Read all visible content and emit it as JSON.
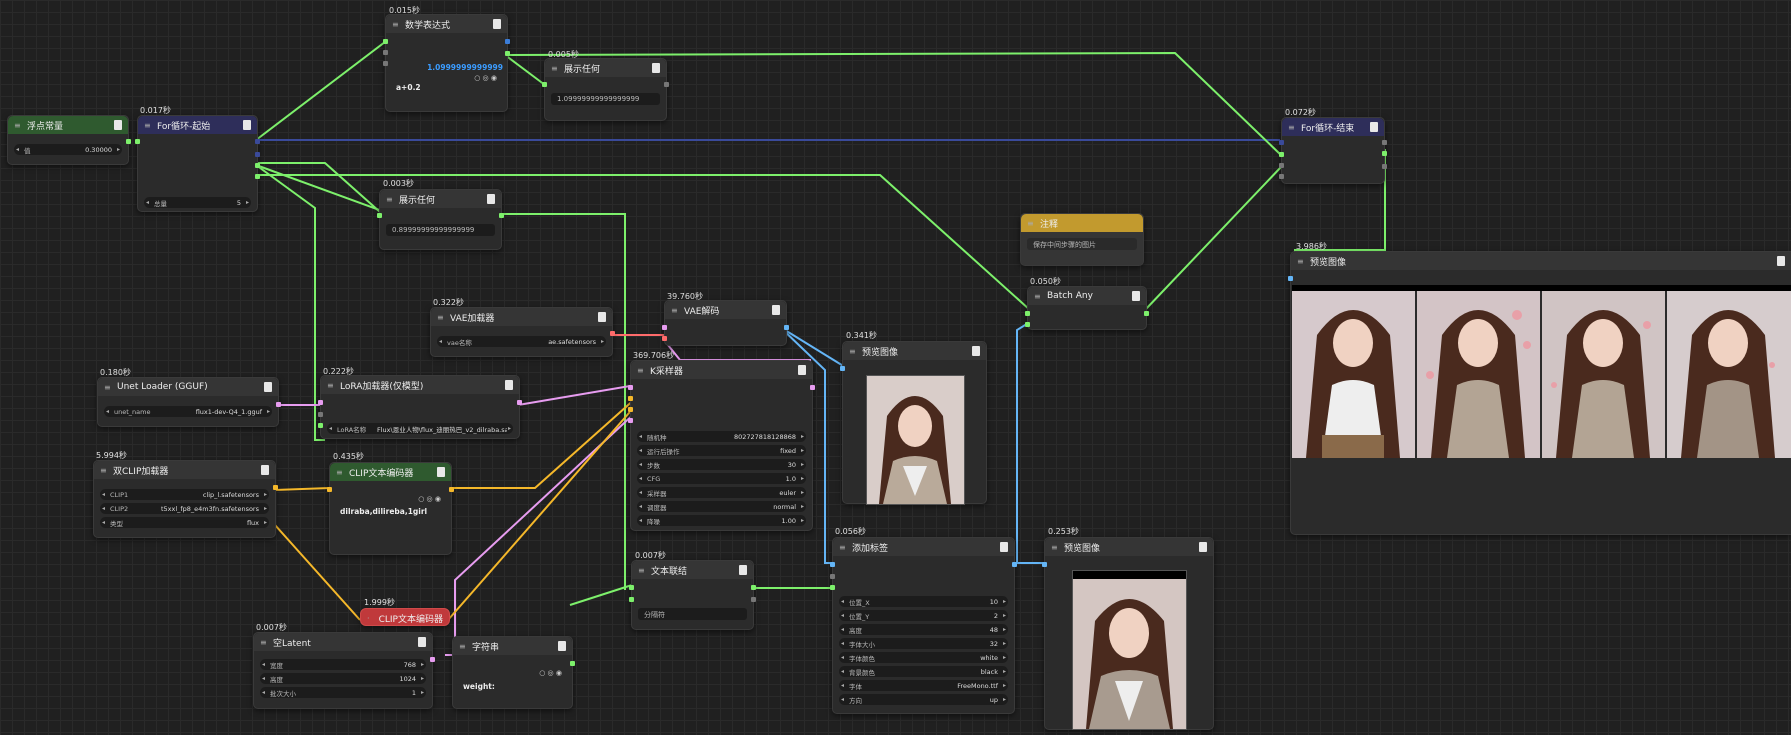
{
  "nodes": {
    "float_const": {
      "title": "浮点常量",
      "w0_label": "值",
      "w0_value": "0.30000"
    },
    "for_start": {
      "time": "0.017秒",
      "title": "For循环-起始",
      "w0_label": "总量",
      "w0_value": "5"
    },
    "math": {
      "time": "0.015秒",
      "title": "数学表达式",
      "result": "1.0999999999999",
      "expr": "a+0.2"
    },
    "show1": {
      "time": "0.005秒",
      "title": "展示任何",
      "text": "1.09999999999999999"
    },
    "show2": {
      "time": "0.003秒",
      "title": "展示任何",
      "text": "0.89999999999999999"
    },
    "vae_loader": {
      "time": "0.322秒",
      "title": "VAE加载器",
      "w0_label": "vae名称",
      "w0_value": "ae.safetensors"
    },
    "vae_decode": {
      "time": "39.760秒",
      "title": "VAE解码"
    },
    "unet": {
      "time": "0.180秒",
      "title": "Unet Loader (GGUF)",
      "w0_label": "unet_name",
      "w0_value": "flux1-dev-Q4_1.gguf"
    },
    "lora": {
      "time": "0.222秒",
      "title": "LoRA加载器(仅模型)",
      "w0_label": "LoRA名称",
      "w0_value": "Flux\\恩业人物\\flux_迪丽热巴_v2_dilraba.safete..."
    },
    "dual_clip": {
      "time": "5.994秒",
      "title": "双CLIP加载器",
      "w0_label": "CLIP1",
      "w0_value": "clip_l.safetensors",
      "w1_label": "CLIP2",
      "w1_value": "t5xxl_fp8_e4m3fn.safetensors",
      "w2_label": "类型",
      "w2_value": "flux"
    },
    "clip_encode1": {
      "time": "0.435秒",
      "title": "CLIP文本编码器",
      "text": "dilraba,dilireba,1girl"
    },
    "clip_encode2": {
      "time": "1.999秒",
      "title": "CLIP文本编码器"
    },
    "empty_latent": {
      "time": "0.007秒",
      "title": "空Latent",
      "w0_label": "宽度",
      "w0_value": "768",
      "w1_label": "高度",
      "w1_value": "1024",
      "w2_label": "批次大小",
      "w2_value": "1"
    },
    "string": {
      "title": "字符串",
      "text": "weight:"
    },
    "ksampler": {
      "time": "369.706秒",
      "title": "K采样器",
      "widgets": [
        {
          "label": "随机种",
          "value": "802727818128868"
        },
        {
          "label": "运行后操作",
          "value": "fixed"
        },
        {
          "label": "步数",
          "value": "30"
        },
        {
          "label": "CFG",
          "value": "1.0"
        },
        {
          "label": "采样器",
          "value": "euler"
        },
        {
          "label": "调度器",
          "value": "normal"
        },
        {
          "label": "降噪",
          "value": "1.00"
        }
      ]
    },
    "text_join": {
      "time": "0.007秒",
      "title": "文本联结",
      "sep": "分隔符"
    },
    "preview1": {
      "time": "0.341秒",
      "title": "预览图像"
    },
    "add_label": {
      "time": "0.056秒",
      "title": "添加标签",
      "widgets": [
        {
          "label": "位置_X",
          "value": "10"
        },
        {
          "label": "位置_Y",
          "value": "2"
        },
        {
          "label": "高度",
          "value": "48"
        },
        {
          "label": "字体大小",
          "value": "32"
        },
        {
          "label": "字体颜色",
          "value": "white"
        },
        {
          "label": "背景颜色",
          "value": "black"
        },
        {
          "label": "字体",
          "value": "FreeMono.ttf"
        },
        {
          "label": "方向",
          "value": "up"
        }
      ]
    },
    "preview2": {
      "time": "0.253秒",
      "title": "预览图像"
    },
    "note": {
      "title": "注释",
      "text": "保存中间步骤的图片"
    },
    "batch": {
      "time": "0.050秒",
      "title": "Batch Any"
    },
    "for_end": {
      "time": "0.072秒",
      "title": "For循环-结束"
    },
    "preview3": {
      "time": "3.986秒",
      "title": "预览图像"
    }
  },
  "colors": {
    "green_wire": "#7df06b",
    "blue_wire": "#64b5f6",
    "pink_wire": "#e79cf0",
    "yellow_wire": "#f5b82a",
    "red_wire": "#ff6b6b",
    "navy_wire": "#3a4a9a"
  }
}
